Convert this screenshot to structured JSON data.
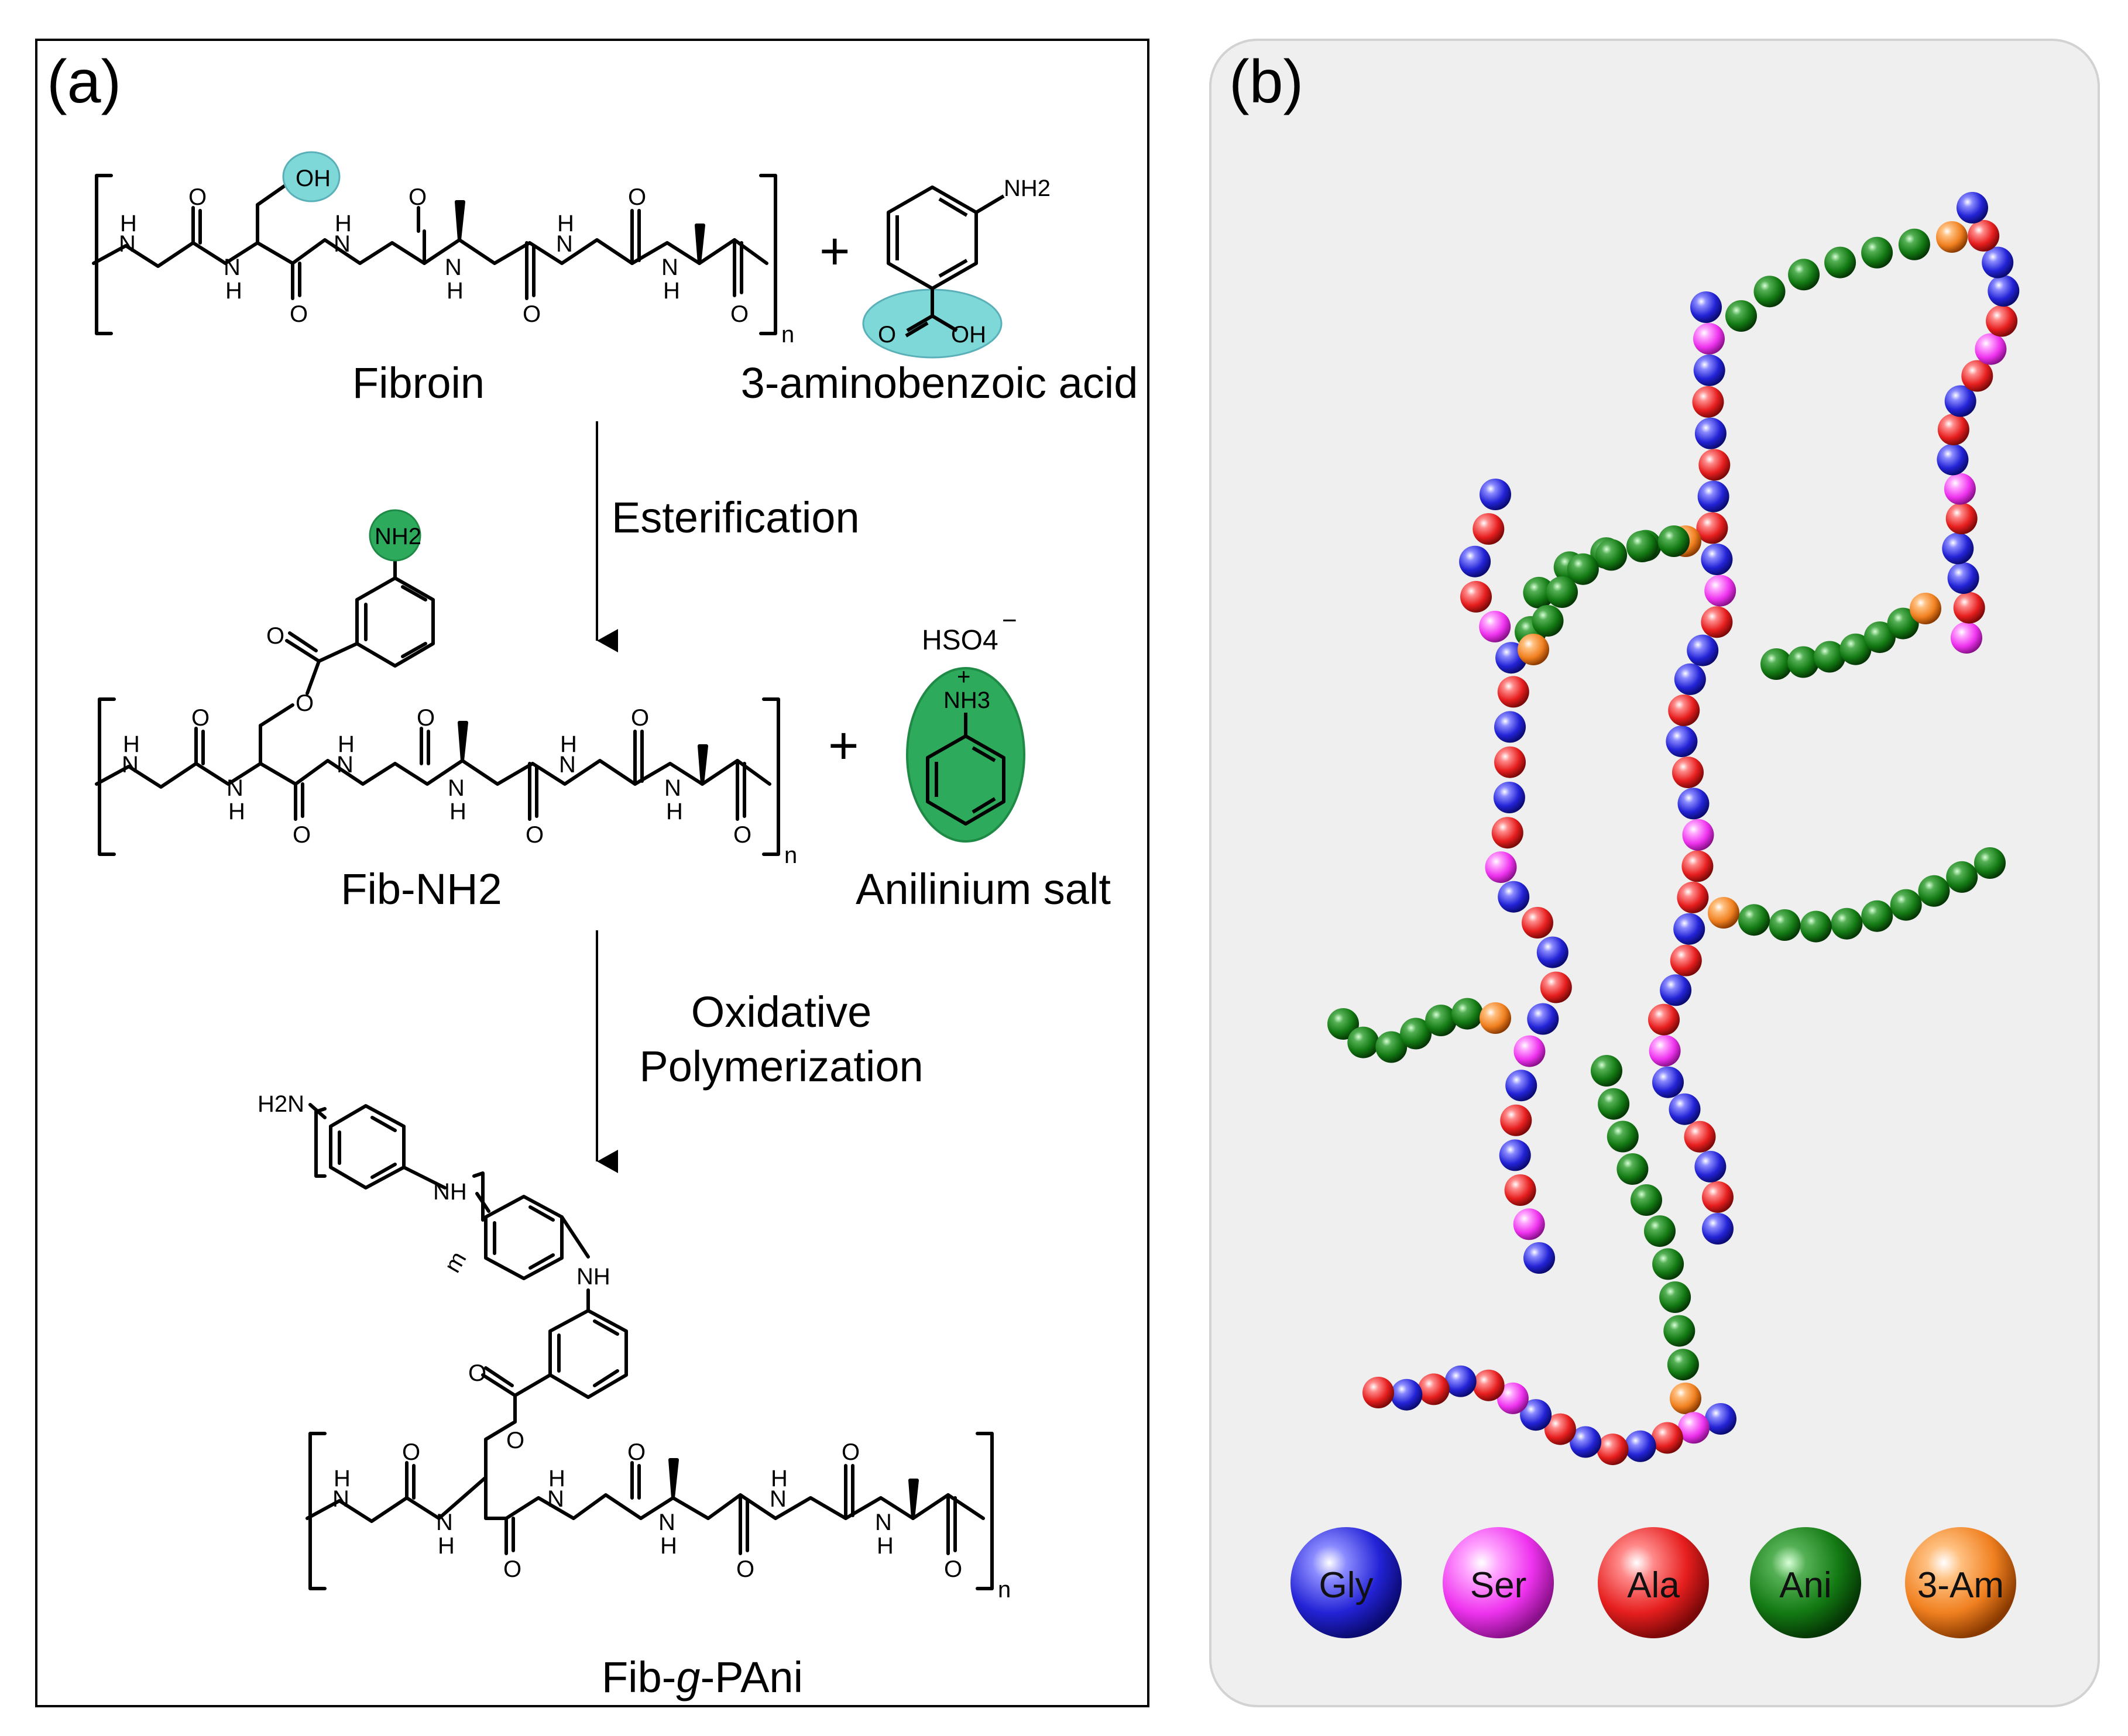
{
  "panel_a": {
    "label": "(a)",
    "reactants": {
      "fibroin_label": "Fibroin",
      "acid_label": "3-aminobenzoic acid",
      "plus": "+",
      "repeat_n": "n",
      "oh": "OH",
      "nh2": "NH2",
      "nh": "NH",
      "h": "H",
      "n_atom": "N",
      "o": "O"
    },
    "step1": {
      "label": "Esterification"
    },
    "intermediate": {
      "fib_nh2_label": "Fib-NH2",
      "salt_label": "Anilinium salt",
      "hso4": "HSO4",
      "nh3": "NH3",
      "plus_charge": "+",
      "minus_charge": "−",
      "plus": "+",
      "repeat_n": "n"
    },
    "step2": {
      "line1": "Oxidative",
      "line2": "Polymerization"
    },
    "product": {
      "label_prefix": "Fib-",
      "label_italic": "g",
      "label_suffix": "-PAni",
      "h2n": "H2N",
      "nh": "NH",
      "repeat_m": "m",
      "repeat_n": "n"
    }
  },
  "panel_b": {
    "label": "(b)",
    "legend": [
      {
        "name": "Gly",
        "color": "#2323d6"
      },
      {
        "name": "Ser",
        "color": "#ee33ee"
      },
      {
        "name": "Ala",
        "color": "#e61e1e"
      },
      {
        "name": "Ani",
        "color": "#137a13"
      },
      {
        "name": "3-Am",
        "color": "#f08020"
      }
    ],
    "bead_colors": {
      "B": "#2323d6",
      "R": "#e61e1e",
      "M": "#ee33ee",
      "G": "#137a13",
      "O": "#f08020"
    }
  }
}
